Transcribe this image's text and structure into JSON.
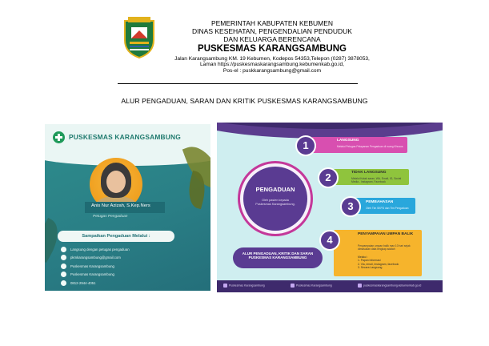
{
  "letterhead": {
    "gov_line1": "PEMERINTAH KABUPATEN KEBUMEN",
    "gov_line2": "DINAS KESEHATAN, PENGENDALIAN PENDUDUK",
    "gov_line3": "DAN KELUARGA BERENCANA",
    "institution": "PUSKESMAS KARANGSAMBUNG",
    "address": "Jalan Karangsambung KM. 19  Kebumen, Kodepos 54353,Telepon (0287) 3878053,",
    "website": "Laman https://puskesmaskarangsambung.kebumenkab.go.id,",
    "email": "Pos-el : puskkarangsambung@gmail.com"
  },
  "document_title": "ALUR PENGADUAN, SARAN DAN KRITIK PUSKESMAS KARANGSAMBUNG",
  "poster_left": {
    "brand": "PUSKESMAS KARANGSAMBUNG",
    "officer_name": "Anis Nur Azizah, S.Kep.Ners",
    "officer_role": "Petugas Pengaduan",
    "channels_title": "Sampaikan Pengaduan Melalui :",
    "channels": [
      {
        "icon": "person-icon",
        "text": "Langsung dengan petugas pengaduan"
      },
      {
        "icon": "mail-icon",
        "text": "pkmkarangsambung@gmail.com"
      },
      {
        "icon": "instagram-icon",
        "text": "Puskesmas Karangsambung"
      },
      {
        "icon": "facebook-icon",
        "text": "Puskesmas Karangsambung"
      },
      {
        "icon": "phone-icon",
        "text": "0812-2944-4051"
      }
    ]
  },
  "poster_right": {
    "center_title": "PENGADUAN",
    "center_sub": "Oleh pasien kepada Puskesmas Karangsambung.",
    "steps": [
      {
        "num": "1",
        "title": "LANGSUNG",
        "desc": "Melalui Petugas Pelayanan Pengaduan di ruang Khusus",
        "color": "#d84fb0"
      },
      {
        "num": "2",
        "title": "TIDAK LANGSUNG",
        "desc": "Melalui Kotak saran, WA, Email, IG, Social Media - Instagram, Facebook",
        "color": "#8fc43d"
      },
      {
        "num": "3",
        "title": "PEMBAHASAN",
        "desc": "Oleh Tim SKPD dan Tim Pengaduan",
        "color": "#29a7dc"
      },
      {
        "num": "4",
        "title": "PENYAMPAIAN UMPAN BALIK",
        "desc": "Penyampaian umpan balik max 10 hari sejak dimasukan data lengkap adalah",
        "color": "#f6b42c"
      }
    ],
    "feedback_label": "Melalui :",
    "feedback_list": [
      "1. Papan Informasi",
      "2. Via, email, Instagram, facebook",
      "3. Secara Langsung"
    ],
    "bottom_title": "ALUR PENGADUAN, KRITIK DAN SARAN PUSKESMAS KARANGSAMBUNG",
    "footer": [
      {
        "icon": "facebook-icon",
        "text": "Puskesmas Karangsambung"
      },
      {
        "icon": "instagram-icon",
        "text": "Puskesmas Karangsambung"
      },
      {
        "icon": "globe-icon",
        "text": "puskesmaskarangsambung.kebumenkab.go.id"
      }
    ]
  },
  "colors": {
    "accent": "#5a3b92",
    "teal": "#2a7f86",
    "magenta": "#c4389a"
  }
}
